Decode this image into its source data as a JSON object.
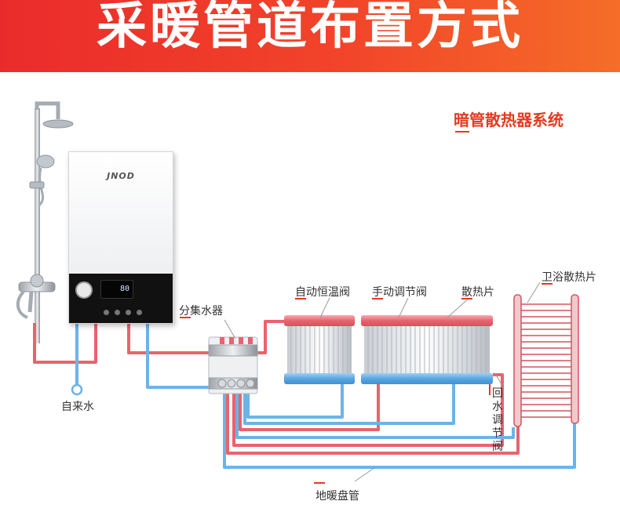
{
  "banner": {
    "title": "采暖管道布置方式"
  },
  "section_title": "暗管散热器系统",
  "boiler": {
    "brand": "JNOD",
    "display": "80"
  },
  "labels": {
    "manifold": "分集水器",
    "tap_water": "自来水",
    "auto_valve": "自动恒温阀",
    "manual_valve": "手动调节阀",
    "radiator": "散热片",
    "bath_radiator": "卫浴散热片",
    "return_valve": "回水调节阀",
    "floor_coil": "地暖盘管"
  },
  "colors": {
    "hot": "#e8636f",
    "cold": "#6eb3e6",
    "accent": "#e53a20"
  }
}
